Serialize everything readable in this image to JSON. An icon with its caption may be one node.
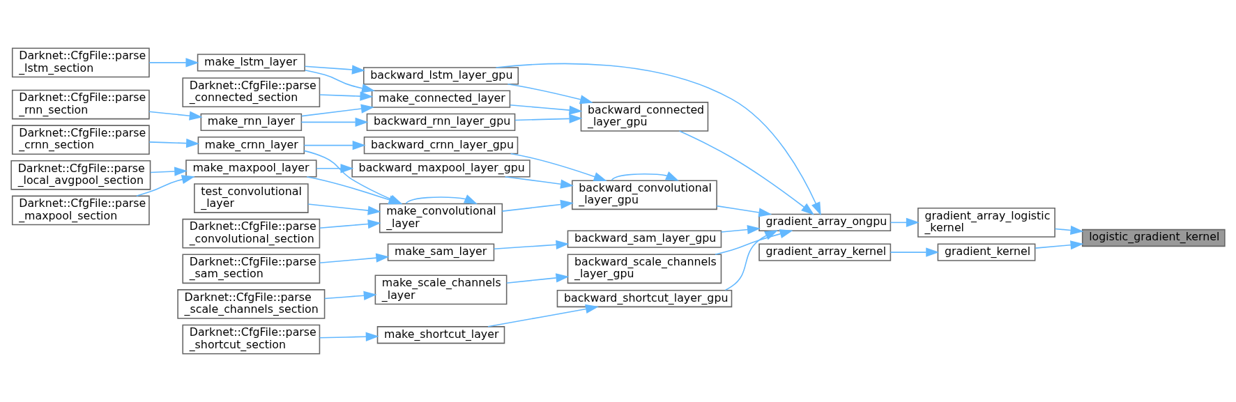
{
  "diagram": {
    "nodes": [
      {
        "text": [
          "logistic_gradient_kernel"
        ]
      },
      {
        "text": [
          "gradient_array_logistic _kernel"
        ]
      },
      {
        "text": [
          "gradient_kernel"
        ]
      },
      {
        "text": [
          "gradient_array_ongpu"
        ]
      },
      {
        "text": [
          "gradient_array_kernel"
        ]
      },
      {
        "text": [
          "backward_lstm_layer_gpu"
        ]
      },
      {
        "text": [
          "backward_connected _layer_gpu"
        ]
      },
      {
        "text": [
          "backward_convolutional _layer_gpu"
        ]
      },
      {
        "text": [
          "backward_sam_layer_gpu"
        ]
      },
      {
        "text": [
          "backward_scale_channels _layer_gpu"
        ]
      },
      {
        "text": [
          "backward_shortcut_layer_gpu"
        ]
      },
      {
        "text": [
          "make_lstm_layer"
        ]
      },
      {
        "text": [
          "make_connected_layer"
        ]
      },
      {
        "text": [
          "backward_rnn_layer_gpu"
        ]
      },
      {
        "text": [
          "make_rnn_layer"
        ]
      },
      {
        "text": [
          "backward_crnn_layer_gpu"
        ]
      },
      {
        "text": [
          "make_crnn_layer"
        ]
      },
      {
        "text": [
          "backward_maxpool_layer_gpu"
        ]
      },
      {
        "text": [
          "make_maxpool_layer"
        ]
      },
      {
        "text": [
          "make_convolutional _layer"
        ]
      },
      {
        "text": [
          "test_convolutional _layer"
        ]
      },
      {
        "text": [
          "make_sam_layer"
        ]
      },
      {
        "text": [
          "make_scale_channels _layer"
        ]
      },
      {
        "text": [
          "make_shortcut_layer"
        ]
      },
      {
        "text": [
          "Darknet::CfgFile::parse _lstm_section"
        ]
      },
      {
        "text": [
          "Darknet::CfgFile::parse _connected_section"
        ]
      },
      {
        "text": [
          "Darknet::CfgFile::parse _rnn_section"
        ]
      },
      {
        "text": [
          "Darknet::CfgFile::parse _crnn_section"
        ]
      },
      {
        "text": [
          "Darknet::CfgFile::parse _maxpool_section"
        ]
      },
      {
        "text": [
          "Darknet::CfgFile::parse _local_avgpool_section"
        ]
      },
      {
        "text": [
          "Darknet::CfgFile::parse _convolutional_section"
        ]
      },
      {
        "text": [
          "Darknet::CfgFile::parse _sam_section"
        ]
      },
      {
        "text": [
          "Darknet::CfgFile::parse _scale_channels_section"
        ]
      },
      {
        "text": [
          "Darknet::CfgFile::parse _shortcut_section"
        ]
      }
    ],
    "edges": [
      {
        "from": 1,
        "to": 0,
        "arrow": "to"
      },
      {
        "from": 2,
        "to": 0,
        "arrow": "to"
      },
      {
        "from": 3,
        "to": 1,
        "arrow": "to"
      },
      {
        "from": 4,
        "to": 2,
        "arrow": "to"
      },
      {
        "from": 5,
        "to": 3,
        "arrow": "to"
      },
      {
        "from": 6,
        "to": 3,
        "arrow": "to"
      },
      {
        "from": 7,
        "to": 3,
        "arrow": "to"
      },
      {
        "from": 8,
        "to": 3,
        "arrow": "to"
      },
      {
        "from": 9,
        "to": 3,
        "arrow": "to"
      },
      {
        "from": 10,
        "to": 3,
        "arrow": "to"
      },
      {
        "from": 11,
        "to": 5,
        "arrow": "to"
      },
      {
        "from": 5,
        "to": 6,
        "arrow": "to"
      },
      {
        "from": 12,
        "to": 6,
        "arrow": "to"
      },
      {
        "from": 13,
        "to": 6,
        "arrow": "to"
      },
      {
        "from": 24,
        "to": 11,
        "arrow": "to"
      },
      {
        "from": 11,
        "to": 12,
        "arrow": "to"
      },
      {
        "from": 25,
        "to": 12,
        "arrow": "to"
      },
      {
        "from": 14,
        "to": 12,
        "arrow": "to"
      },
      {
        "from": 14,
        "to": 13,
        "arrow": "to"
      },
      {
        "from": 26,
        "to": 14,
        "arrow": "to"
      },
      {
        "from": 7,
        "to": 7,
        "arrow": "to"
      },
      {
        "from": 15,
        "to": 7,
        "arrow": "to"
      },
      {
        "from": 17,
        "to": 7,
        "arrow": "to"
      },
      {
        "from": 19,
        "to": 7,
        "arrow": "to"
      },
      {
        "from": 16,
        "to": 15,
        "arrow": "to"
      },
      {
        "from": 27,
        "to": 16,
        "arrow": "to"
      },
      {
        "from": 18,
        "to": 17,
        "arrow": "to"
      },
      {
        "from": 28,
        "to": 18,
        "arrow": "to"
      },
      {
        "from": 29,
        "to": 18,
        "arrow": "to"
      },
      {
        "from": 16,
        "to": 19,
        "arrow": "to"
      },
      {
        "from": 18,
        "to": 19,
        "arrow": "to"
      },
      {
        "from": 19,
        "to": 19,
        "arrow": "to"
      },
      {
        "from": 30,
        "to": 19,
        "arrow": "to"
      },
      {
        "from": 20,
        "to": 19,
        "arrow": "to"
      },
      {
        "from": 21,
        "to": 8,
        "arrow": "to"
      },
      {
        "from": 31,
        "to": 21,
        "arrow": "to"
      },
      {
        "from": 22,
        "to": 9,
        "arrow": "to"
      },
      {
        "from": 32,
        "to": 22,
        "arrow": "to"
      },
      {
        "from": 23,
        "to": 10,
        "arrow": "to"
      },
      {
        "from": 33,
        "to": 23,
        "arrow": "to"
      }
    ]
  }
}
